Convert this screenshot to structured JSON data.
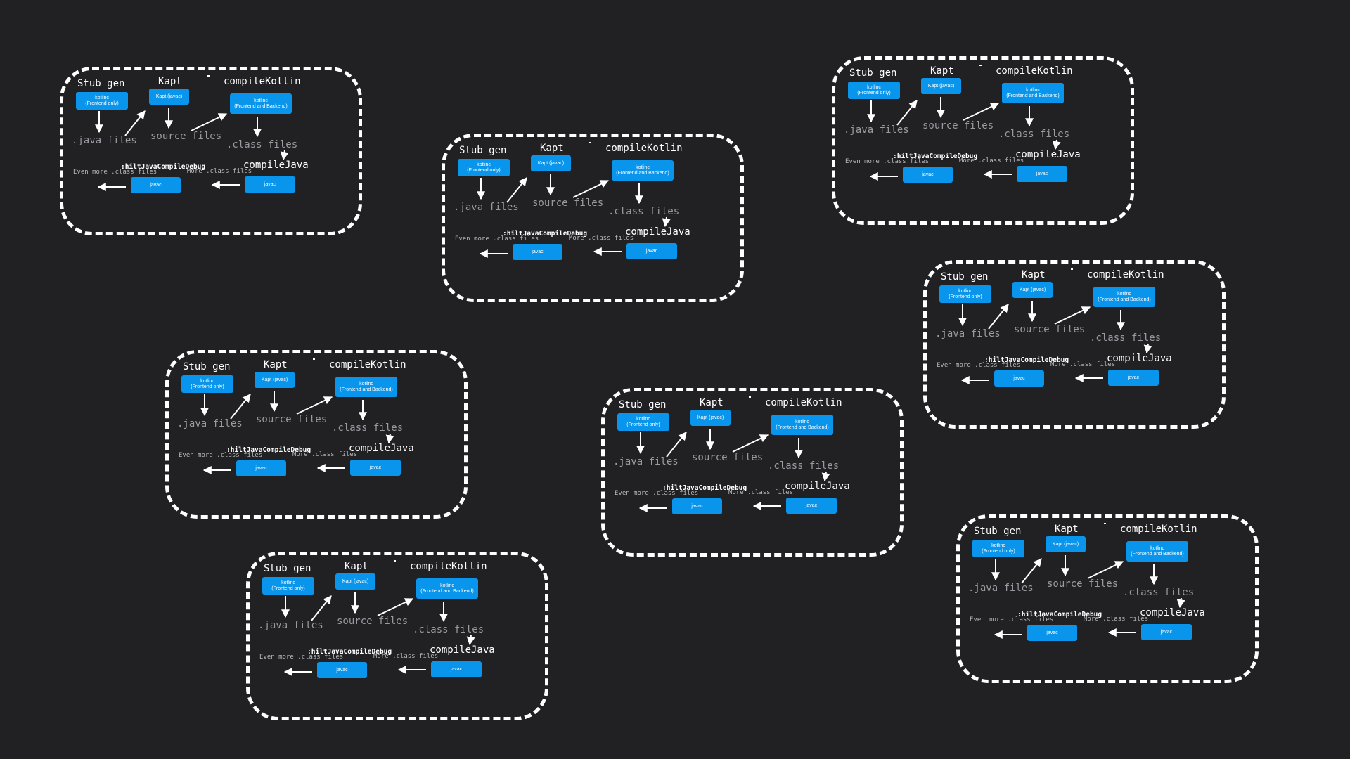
{
  "colors": {
    "background": "#212124",
    "box": "#0a95ec",
    "border": "#ffffff",
    "muted_text": "#9a9aa0"
  },
  "diagram": {
    "stub_gen_title": "Stub gen",
    "kapt_title": "Kapt",
    "compile_kotlin_title": "compileKotlin",
    "compile_java_title": "compileJava",
    "kotlinc_frontend_box": "kotlinc\n(Frontend only)",
    "kapt_javac_box": "Kapt (javac)",
    "kotlinc_backend_box": "kotlinc\n(Frontend and Backend)",
    "javac_box": "javac",
    "java_files": ".java files",
    "source_files": "source\nfiles",
    "class_files": ".class files",
    "hilt_task": ":hiltJavaCompileDebug",
    "more_class_files": "More\n.class files",
    "even_more_class_files": "Even more\n.class files"
  }
}
